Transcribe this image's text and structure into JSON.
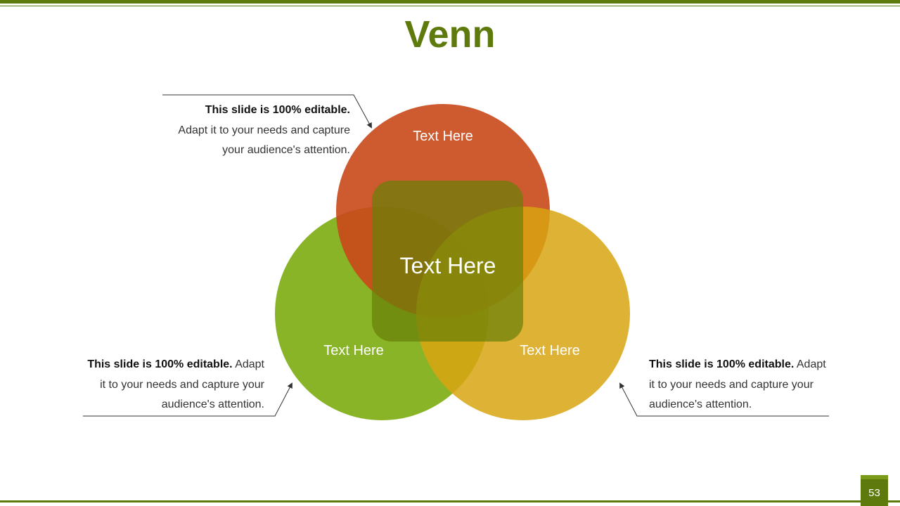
{
  "slide": {
    "title": "Venn",
    "page_number": "53"
  },
  "colors": {
    "accent_green_dark": "#5e7a0c",
    "circle_top": "#c9481a",
    "circle_left": "#84b01c",
    "circle_right": "#d8a510",
    "center_square": "#6a7f08"
  },
  "venn": {
    "top_label": "Text Here",
    "left_label": "Text Here",
    "right_label": "Text Here",
    "center_label": "Text Here"
  },
  "callouts": {
    "top_left": {
      "bold": "This slide is 100% editable.",
      "line2": "Adapt it to your needs and capture",
      "line3": "your audience's attention."
    },
    "bottom_left": {
      "bold": "This slide is 100% editable.",
      "rest1": " Adapt",
      "line2": "it to your needs and capture your",
      "line3": "audience's attention."
    },
    "bottom_right": {
      "bold": "This slide is 100% editable.",
      "rest1": " Adapt",
      "line2": "it to your needs and capture your",
      "line3": "audience's attention."
    }
  }
}
